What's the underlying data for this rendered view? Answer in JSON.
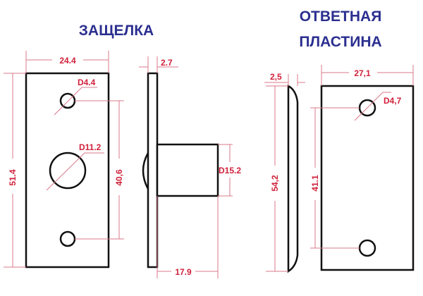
{
  "titles": {
    "latch": "ЗАЩЕЛКА",
    "strike_line1": "ОТВЕТНАЯ",
    "strike_line2": "ПЛАСТИНА"
  },
  "latch_dims": {
    "width": "24.4",
    "height": "51.4",
    "hole_spacing": "40,6",
    "small_hole": "D4.4",
    "big_hole": "D11.2",
    "plate_thickness": "2.7",
    "bolt_diameter": "D15.2",
    "bolt_length": "17.9"
  },
  "strike_dims": {
    "thickness": "2,5",
    "height": "54,2",
    "width": "27,1",
    "hole_spacing": "41.1",
    "hole": "D4,7"
  },
  "colors": {
    "title": "#2b2f8f",
    "dimension": "#d1213b",
    "outline": "#111111"
  }
}
